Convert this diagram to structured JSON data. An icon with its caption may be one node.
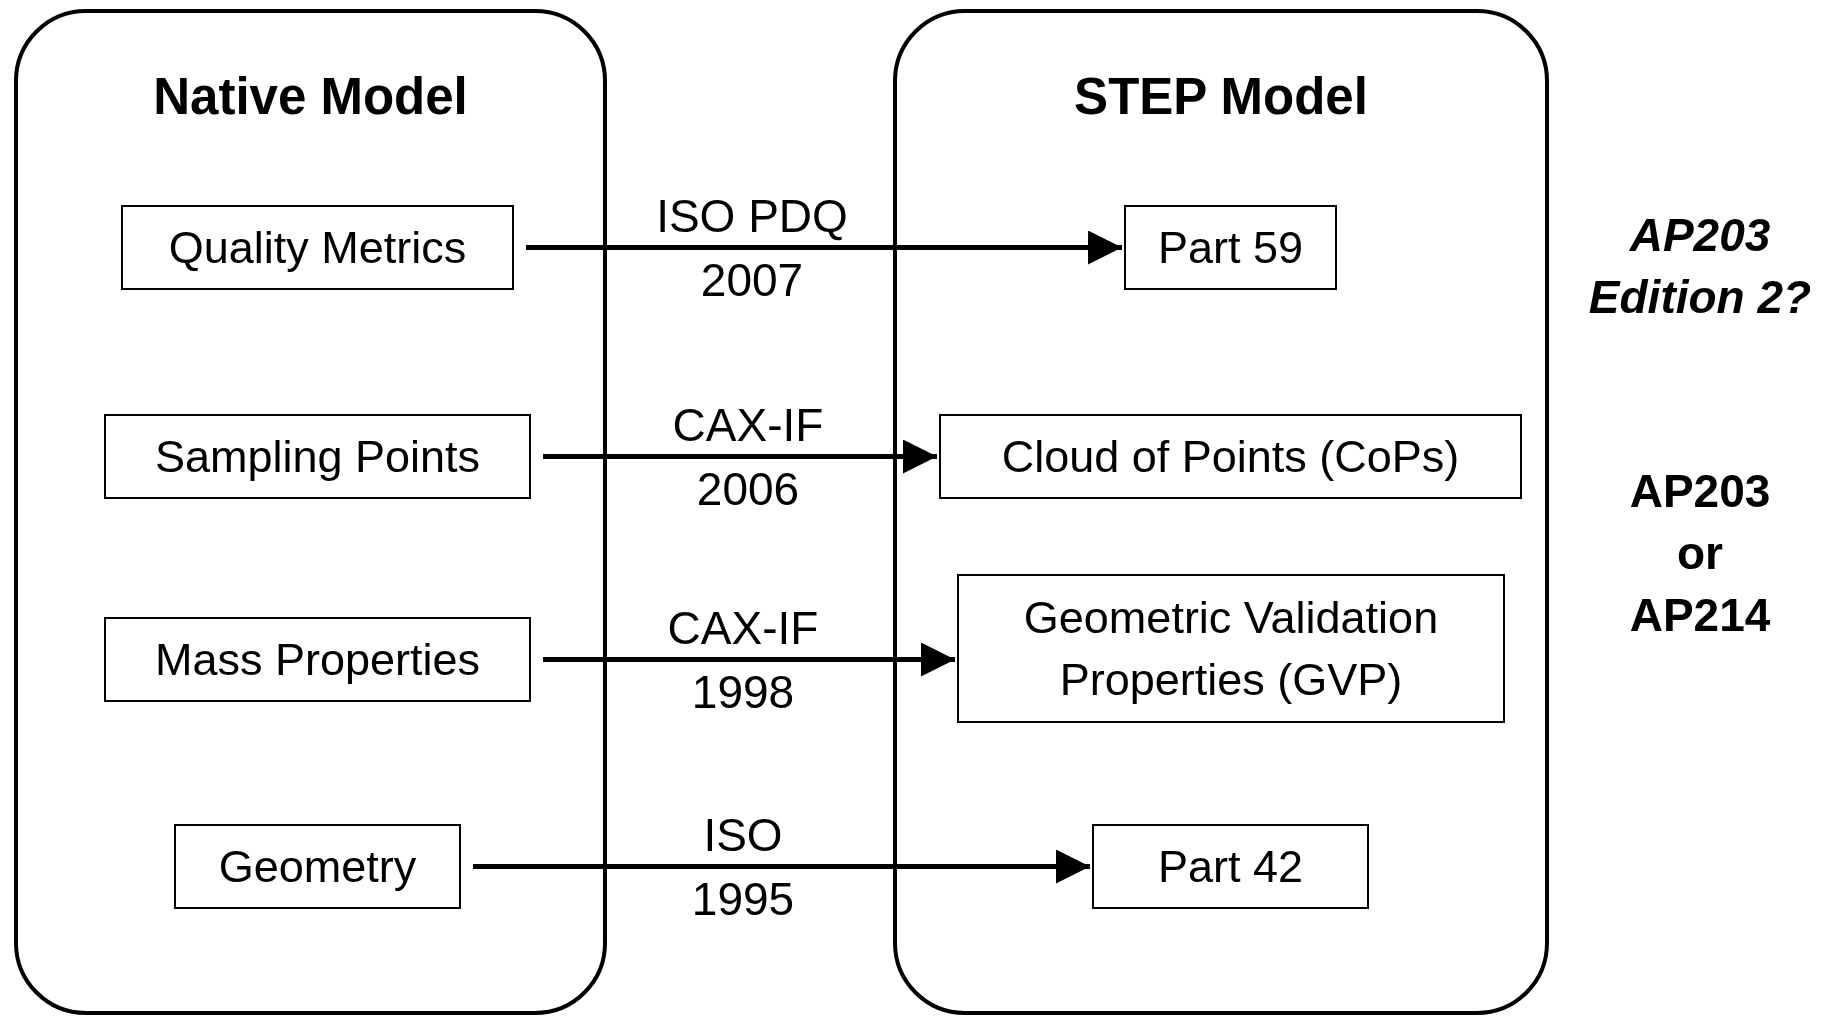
{
  "diagram": {
    "nodes": [
      {
        "text": [
          "Native Model"
        ]
      },
      {
        "text": [
          "Quality Metrics"
        ],
        "in": 0
      },
      {
        "text": [
          "Sampling Points"
        ],
        "in": 0
      },
      {
        "text": [
          "Mass Properties"
        ],
        "in": 0
      },
      {
        "text": [
          "Geometry"
        ],
        "in": 0
      },
      {
        "text": [
          "STEP Model"
        ]
      },
      {
        "text": [
          "Part 59"
        ],
        "in": 5
      },
      {
        "text": [
          "Cloud of Points (CoPs)"
        ],
        "in": 5
      },
      {
        "text": [
          "Geometric Validation Properties (GVP)"
        ],
        "in": 5
      },
      {
        "text": [
          "Part 42"
        ],
        "in": 5
      }
    ],
    "edges": [
      {
        "from": 1,
        "to": 6,
        "arrow": "to",
        "label": "ISO PDQ 2007"
      },
      {
        "from": 2,
        "to": 7,
        "arrow": "to",
        "label": "CAX-IF 2006"
      },
      {
        "from": 3,
        "to": 8,
        "arrow": "to",
        "label": "CAX-IF 1998"
      },
      {
        "from": 4,
        "to": 9,
        "arrow": "to",
        "label": "ISO 1995"
      }
    ],
    "labels": [
      "AP203 Edition 2?",
      "AP203 or AP214"
    ]
  }
}
